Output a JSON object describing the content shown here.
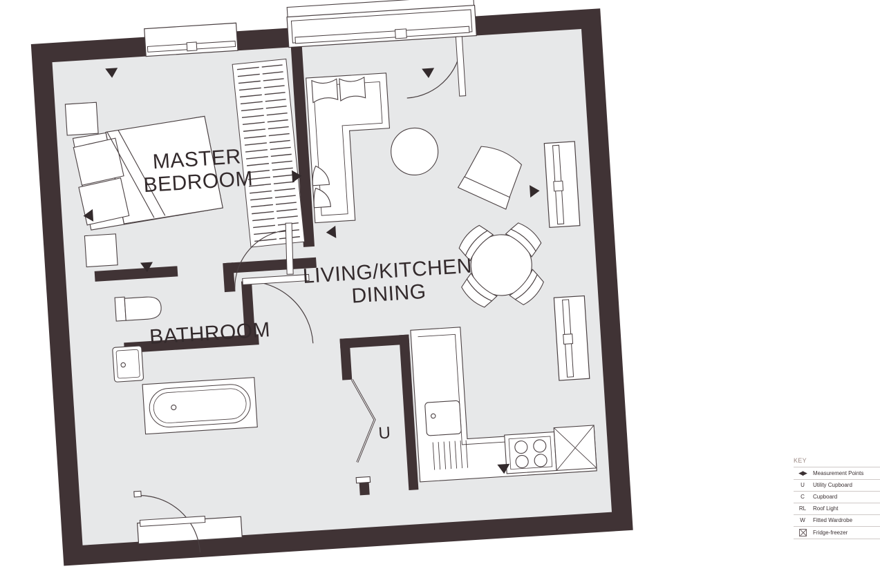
{
  "plan": {
    "rotation_deg": -3.6,
    "colors": {
      "wall": "#403335",
      "floor": "#e7e8e9",
      "furniture_stroke": "#4a4042",
      "furniture_fill": "#ffffff",
      "label_text": "#332a2c",
      "key_title": "#9c8a85",
      "key_rule": "#cfc9c7",
      "page_background": "#ffffff"
    },
    "rooms": [
      {
        "id": "master-bedroom",
        "label_line1": "MASTER",
        "label_line2": "BEDROOM"
      },
      {
        "id": "living-kitchen-dining",
        "label_line1": "LIVING/KITCHEN",
        "label_line2": "DINING"
      },
      {
        "id": "bathroom",
        "label_line1": "BATHROOM",
        "label_line2": ""
      }
    ],
    "markers": [
      {
        "id": "utility-cupboard-marker",
        "text": "U"
      }
    ],
    "fixtures": [
      "double-bed",
      "bedside-table-left",
      "bedside-table-right",
      "fitted-wardrobe-louvred",
      "corner-sofa",
      "round-coffee-table",
      "armchair",
      "round-dining-table",
      "dining-chairs",
      "kitchen-worktop",
      "kitchen-sink",
      "hob",
      "fridge-freezer",
      "radiator",
      "bathtub",
      "washbasin",
      "toilet",
      "entrance-door",
      "bedroom-door",
      "bathroom-door",
      "balcony-door",
      "utility-cupboard-doors",
      "windows"
    ]
  },
  "key": {
    "title": "KEY",
    "rows": [
      {
        "symbol": "◀▶",
        "symbol_type": "triangles",
        "description": "Measurement Points"
      },
      {
        "symbol": "U",
        "symbol_type": "letter",
        "description": "Utility Cupboard"
      },
      {
        "symbol": "C",
        "symbol_type": "letter",
        "description": "Cupboard"
      },
      {
        "symbol": "RL",
        "symbol_type": "letter",
        "description": "Roof Light"
      },
      {
        "symbol": "W",
        "symbol_type": "letter",
        "description": "Fitted Wardrobe"
      },
      {
        "symbol": "",
        "symbol_type": "crossed-box",
        "description": "Fridge-freezer"
      }
    ]
  }
}
